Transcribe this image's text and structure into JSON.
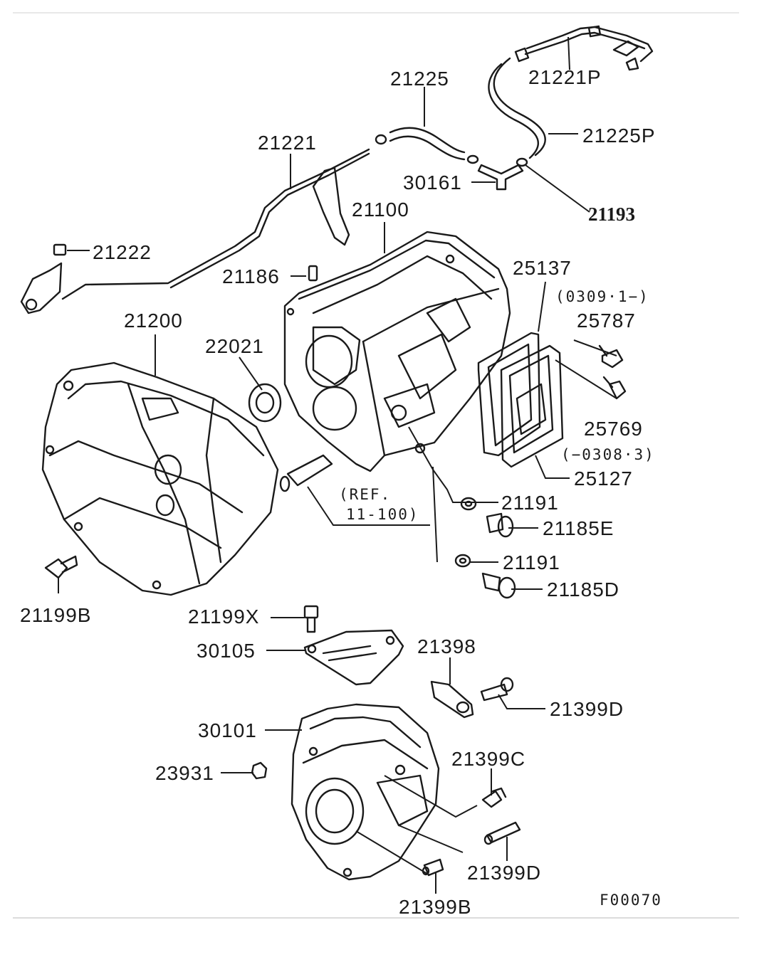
{
  "figure_code": "F00070",
  "parts": [
    {
      "id": "p21221P",
      "number": "21221P"
    },
    {
      "id": "p21225",
      "number": "21225"
    },
    {
      "id": "p21225P",
      "number": "21225P"
    },
    {
      "id": "p21221",
      "number": "21221"
    },
    {
      "id": "p30161",
      "number": "30161"
    },
    {
      "id": "p21193",
      "number": "21193"
    },
    {
      "id": "p21100",
      "number": "21100"
    },
    {
      "id": "p21222",
      "number": "21222"
    },
    {
      "id": "p21186",
      "number": "21186"
    },
    {
      "id": "p25137",
      "number": "25137"
    },
    {
      "id": "p25787",
      "number": "25787"
    },
    {
      "id": "p21200",
      "number": "21200"
    },
    {
      "id": "p22021",
      "number": "22021"
    },
    {
      "id": "p25769",
      "number": "25769"
    },
    {
      "id": "p25127",
      "number": "25127"
    },
    {
      "id": "p21191a",
      "number": "21191"
    },
    {
      "id": "p21185E",
      "number": "21185E"
    },
    {
      "id": "p21191b",
      "number": "21191"
    },
    {
      "id": "p21185D",
      "number": "21185D"
    },
    {
      "id": "p21199B",
      "number": "21199B"
    },
    {
      "id": "p21199X",
      "number": "21199X"
    },
    {
      "id": "p30105",
      "number": "30105"
    },
    {
      "id": "p21398",
      "number": "21398"
    },
    {
      "id": "p21399Da",
      "number": "21399D"
    },
    {
      "id": "p30101",
      "number": "30101"
    },
    {
      "id": "p23931",
      "number": "23931"
    },
    {
      "id": "p21399C",
      "number": "21399C"
    },
    {
      "id": "p21399Db",
      "number": "21399D"
    },
    {
      "id": "p21399B",
      "number": "21399B"
    }
  ],
  "notes": {
    "date_from": "(0309·1−)",
    "date_to": "(−0308·3)",
    "ref_line1": "(REF.",
    "ref_line2": "11-100)"
  },
  "colors": {
    "line": "#1a1a1a",
    "background": "#ffffff",
    "rule": "#d9d9d9"
  }
}
